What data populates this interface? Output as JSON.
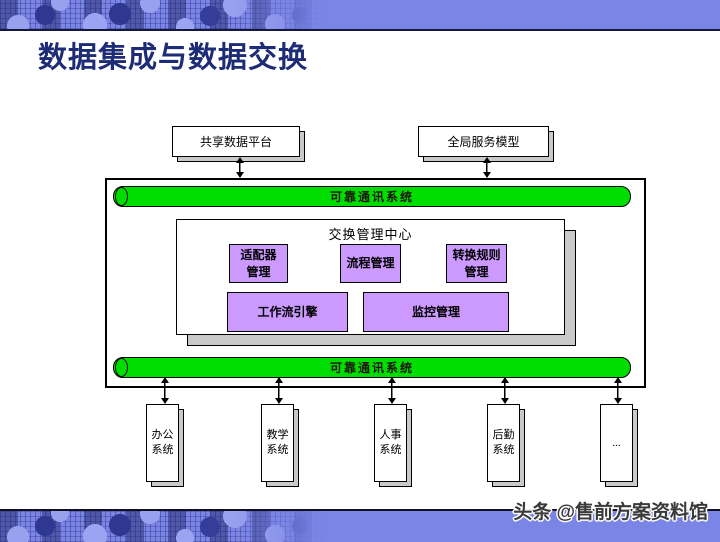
{
  "page": {
    "title": "数据集成与数据交换"
  },
  "diagram": {
    "top_nodes": [
      {
        "label": "共享数据平台"
      },
      {
        "label": "全局服务模型"
      }
    ],
    "bus_top": "可靠通讯系统",
    "bus_bottom": "可靠通讯系统",
    "center": {
      "title": "交换管理中心",
      "modules": [
        {
          "label": "适配器\n管理"
        },
        {
          "label": "流程管理"
        },
        {
          "label": "转换规则\n管理"
        },
        {
          "label": "工作流引擎"
        },
        {
          "label": "监控管理"
        }
      ]
    },
    "systems": [
      {
        "label": "办公\n系统"
      },
      {
        "label": "教学\n系统"
      },
      {
        "label": "人事\n系统"
      },
      {
        "label": "后勤\n系统"
      },
      {
        "label": "..."
      }
    ],
    "colors": {
      "bus_green": "#00dd00",
      "module_purple": "#cc99ff",
      "banner_blue": "#7b85e6",
      "title_navy": "#1e2b76",
      "shadow_gray": "#c9c9c9"
    }
  },
  "footer": {
    "watermark": "头条 @售前方案资料馆"
  }
}
